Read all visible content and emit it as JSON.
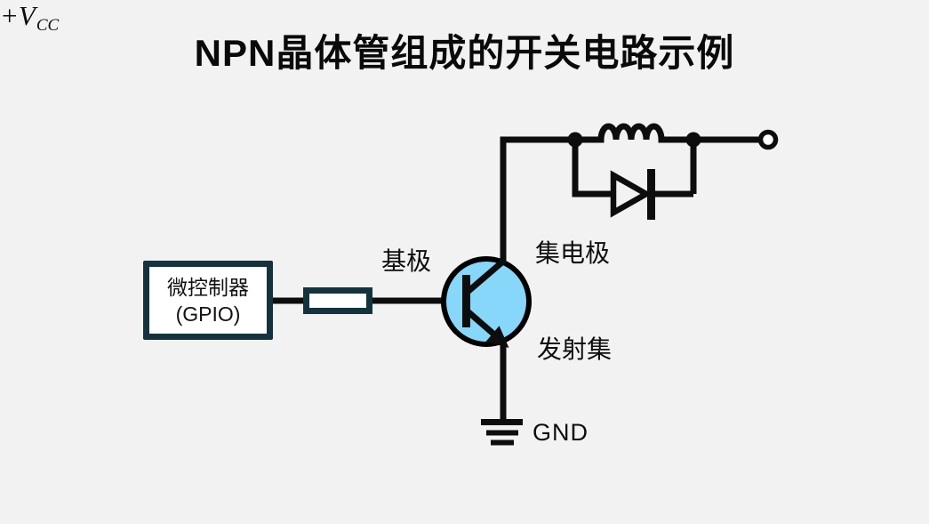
{
  "title": "NPN晶体管组成的开关电路示例",
  "mcu": {
    "line1": "微控制器",
    "line2": "(GPIO)"
  },
  "labels": {
    "base": "基极",
    "collector": "集电极",
    "emitter": "发射集",
    "gnd": "GND",
    "vcc_prefix": "+V",
    "vcc_subscript": "CC"
  },
  "colors": {
    "background": "#f2f2f2",
    "wire": "#0d0d0d",
    "component_outline": "#14333e",
    "component_fill": "#ffffff",
    "transistor_fill": "#87d7fa",
    "text": "#111111"
  },
  "diagram": {
    "type": "circuit-schematic",
    "components": [
      {
        "name": "microcontroller-gpio",
        "label": "微控制器 (GPIO)"
      },
      {
        "name": "base-resistor"
      },
      {
        "name": "npn-transistor",
        "terminals": [
          "基极",
          "集电极",
          "发射集"
        ]
      },
      {
        "name": "inductive-load"
      },
      {
        "name": "flyback-diode"
      },
      {
        "name": "supply-terminal",
        "label": "+VCC"
      },
      {
        "name": "ground",
        "label": "GND"
      }
    ]
  }
}
